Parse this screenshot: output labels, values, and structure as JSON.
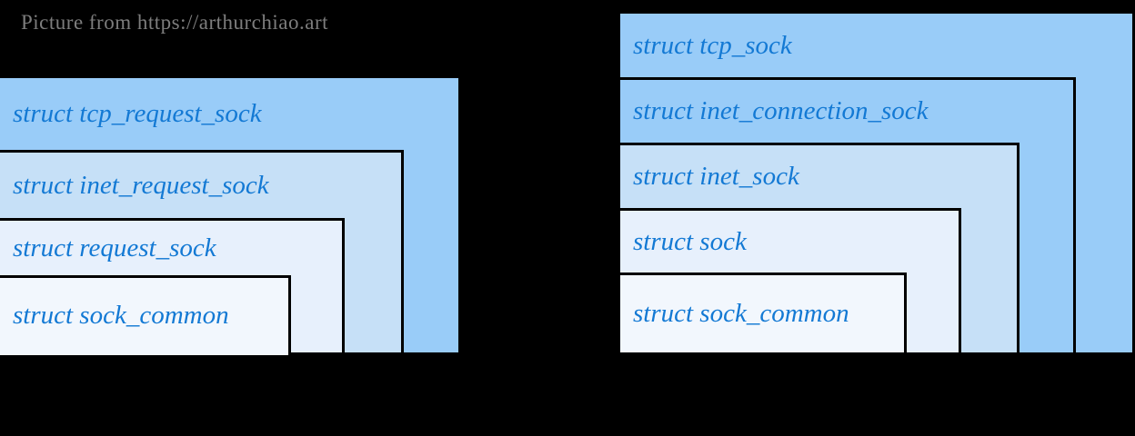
{
  "caption": {
    "text": "Picture from https://arthurchiao.art"
  },
  "palette": {
    "background": "#000000",
    "border": "#000000",
    "label_color": "#1379d4",
    "caption_color": "#7d7d7d",
    "fill_level_outer": "#99ccf8",
    "fill_level_mid": "#c6e0f7",
    "fill_level_light": "#e7f0fc",
    "fill_level_inner": "#f2f7fd"
  },
  "left_diagram": {
    "name": "tcp request sock nesting",
    "boxes": [
      {
        "label": "struct tcp_request_sock",
        "fill": "#99ccf8"
      },
      {
        "label": "struct inet_request_sock",
        "fill": "#c6e0f7"
      },
      {
        "label": "struct request_sock",
        "fill": "#e7f0fc"
      },
      {
        "label": "struct sock_common",
        "fill": "#f2f7fd"
      }
    ]
  },
  "right_diagram": {
    "name": "tcp sock nesting",
    "boxes": [
      {
        "label": "struct tcp_sock",
        "fill": "#99ccf8"
      },
      {
        "label": "struct inet_connection_sock",
        "fill": "#99ccf8"
      },
      {
        "label": "struct inet_sock",
        "fill": "#c6e0f7"
      },
      {
        "label": "struct sock",
        "fill": "#e7f0fc"
      },
      {
        "label": "struct sock_common",
        "fill": "#f2f7fd"
      }
    ]
  }
}
